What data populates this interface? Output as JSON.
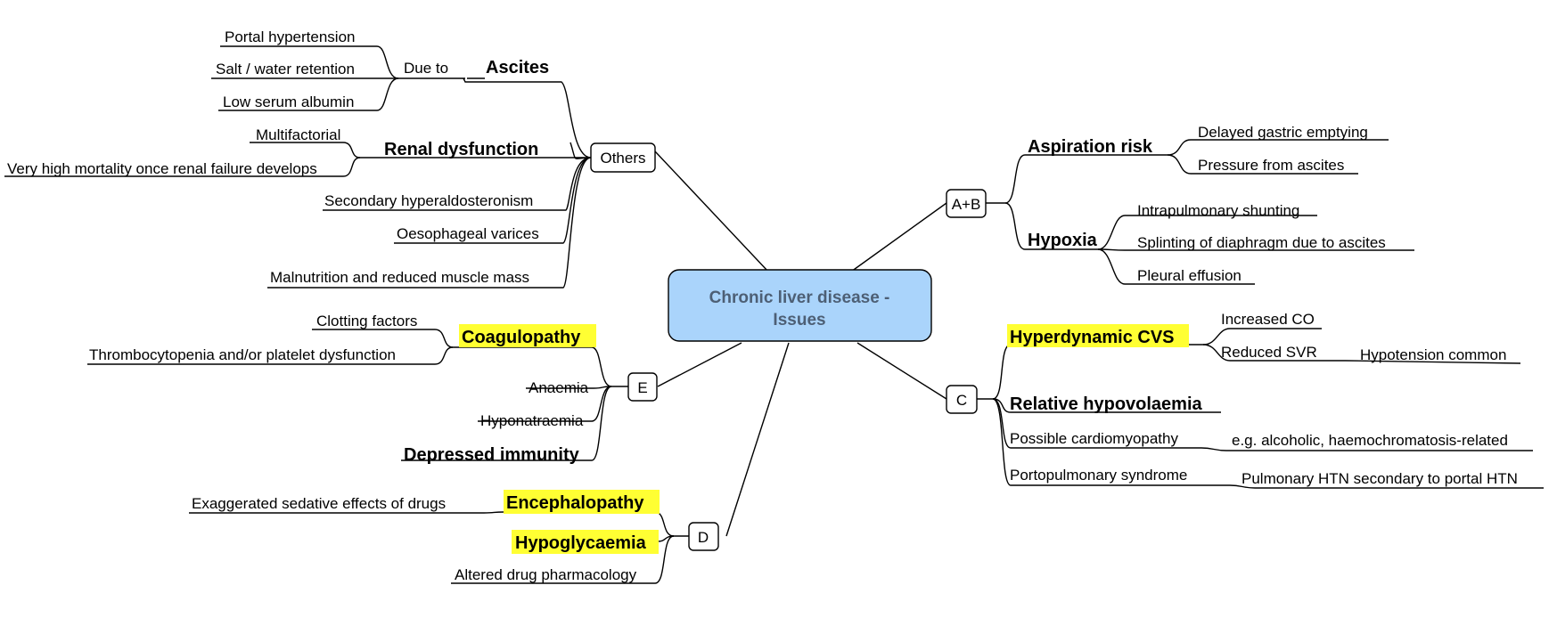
{
  "central": {
    "line1": "Chronic liver disease -",
    "line2": "Issues",
    "fill": "#aad4fb",
    "text_color": "#4d5f75"
  },
  "highlight_color": "#ffff33",
  "branches": {
    "others": "Others",
    "ab": "A+B",
    "c": "C",
    "d": "D",
    "e": "E"
  },
  "others": {
    "ascites": "Ascites",
    "due_to": "Due to",
    "portal_hypertension": "Portal hypertension",
    "salt_water": "Salt / water retention",
    "low_albumin": "Low serum albumin",
    "renal": "Renal dysfunction",
    "multifactorial": "Multifactorial",
    "mortality": "Very high mortality once renal failure develops",
    "hyperaldo": "Secondary hyperaldosteronism",
    "varices": "Oesophageal varices",
    "malnutrition": "Malnutrition and reduced muscle mass"
  },
  "e": {
    "coagulopathy": "Coagulopathy",
    "clotting": "Clotting factors",
    "thrombocytopenia": "Thrombocytopenia and/or platelet dysfunction",
    "anaemia": "Anaemia",
    "hyponatraemia": "Hyponatraemia",
    "immunity": "Depressed immunity"
  },
  "d": {
    "encephalopathy": "Encephalopathy",
    "sedative": "Exaggerated sedative effects of drugs",
    "hypoglycaemia": "Hypoglycaemia",
    "pharmacology": "Altered drug pharmacology"
  },
  "ab": {
    "aspiration": "Aspiration risk",
    "gastric": "Delayed gastric emptying",
    "pressure": "Pressure from ascites",
    "hypoxia": "Hypoxia",
    "shunting": "Intrapulmonary shunting",
    "splinting": "Splinting of diaphragm due to ascites",
    "effusion": "Pleural effusion"
  },
  "c": {
    "hyperdynamic": "Hyperdynamic CVS",
    "co": "Increased CO",
    "svr": "Reduced SVR",
    "hypotension": "Hypotension common",
    "hypovolaemia": "Relative hypovolaemia",
    "cardiomyopathy": "Possible cardiomyopathy",
    "cardio_eg": "e.g. alcoholic, haemochromatosis-related",
    "portopulmonary": "Portopulmonary syndrome",
    "pulm_htn": "Pulmonary HTN secondary to portal HTN"
  }
}
